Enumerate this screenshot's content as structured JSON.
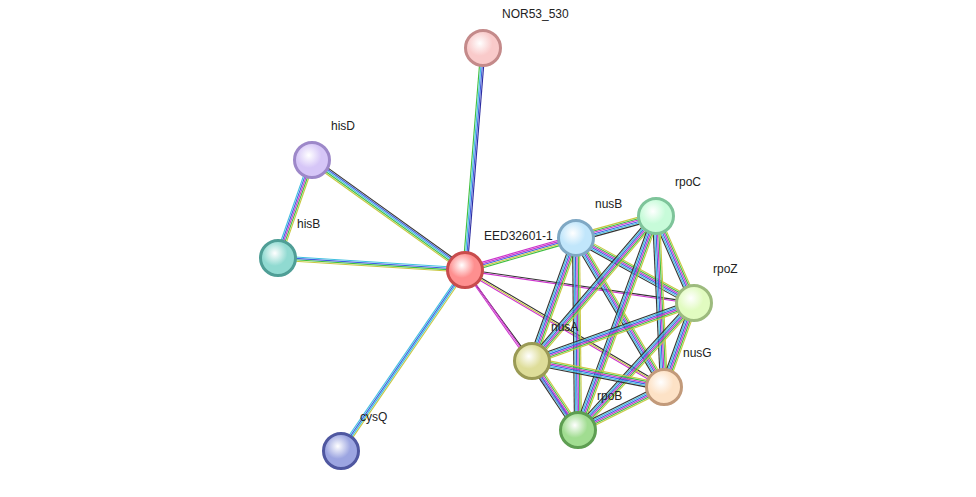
{
  "diagram": {
    "nodes": [
      {
        "text": [
          "NOR53_530"
        ]
      },
      {
        "text": [
          "hisD"
        ]
      },
      {
        "text": [
          "rpoC"
        ]
      },
      {
        "text": [
          "nusB"
        ]
      },
      {
        "text": [
          "hisB"
        ]
      },
      {
        "text": [
          "EED32601-1"
        ]
      },
      {
        "text": [
          "rpoZ"
        ]
      },
      {
        "text": [
          "nusA"
        ]
      },
      {
        "text": [
          "nusG"
        ]
      },
      {
        "text": [
          "rpoB"
        ]
      },
      {
        "text": [
          "cysQ"
        ]
      }
    ],
    "edges": [
      {
        "from": 5,
        "to": 0,
        "arrow": "none"
      },
      {
        "from": 5,
        "to": 1,
        "arrow": "none"
      },
      {
        "from": 5,
        "to": 4,
        "arrow": "none"
      },
      {
        "from": 1,
        "to": 4,
        "arrow": "none"
      },
      {
        "from": 5,
        "to": 10,
        "arrow": "none"
      },
      {
        "from": 5,
        "to": 3,
        "arrow": "none"
      },
      {
        "from": 5,
        "to": 6,
        "arrow": "none"
      },
      {
        "from": 5,
        "to": 7,
        "arrow": "none"
      },
      {
        "from": 5,
        "to": 8,
        "arrow": "none"
      },
      {
        "from": 5,
        "to": 9,
        "arrow": "none"
      },
      {
        "from": 3,
        "to": 2,
        "arrow": "none"
      },
      {
        "from": 3,
        "to": 6,
        "arrow": "none"
      },
      {
        "from": 3,
        "to": 7,
        "arrow": "none"
      },
      {
        "from": 3,
        "to": 8,
        "arrow": "none"
      },
      {
        "from": 3,
        "to": 9,
        "arrow": "none"
      },
      {
        "from": 2,
        "to": 6,
        "arrow": "none"
      },
      {
        "from": 2,
        "to": 7,
        "arrow": "none"
      },
      {
        "from": 2,
        "to": 8,
        "arrow": "none"
      },
      {
        "from": 2,
        "to": 9,
        "arrow": "none"
      },
      {
        "from": 6,
        "to": 7,
        "arrow": "none"
      },
      {
        "from": 6,
        "to": 8,
        "arrow": "none"
      },
      {
        "from": 6,
        "to": 9,
        "arrow": "none"
      },
      {
        "from": 7,
        "to": 8,
        "arrow": "none"
      },
      {
        "from": 7,
        "to": 9,
        "arrow": "none"
      },
      {
        "from": 8,
        "to": 9,
        "arrow": "none"
      }
    ]
  }
}
